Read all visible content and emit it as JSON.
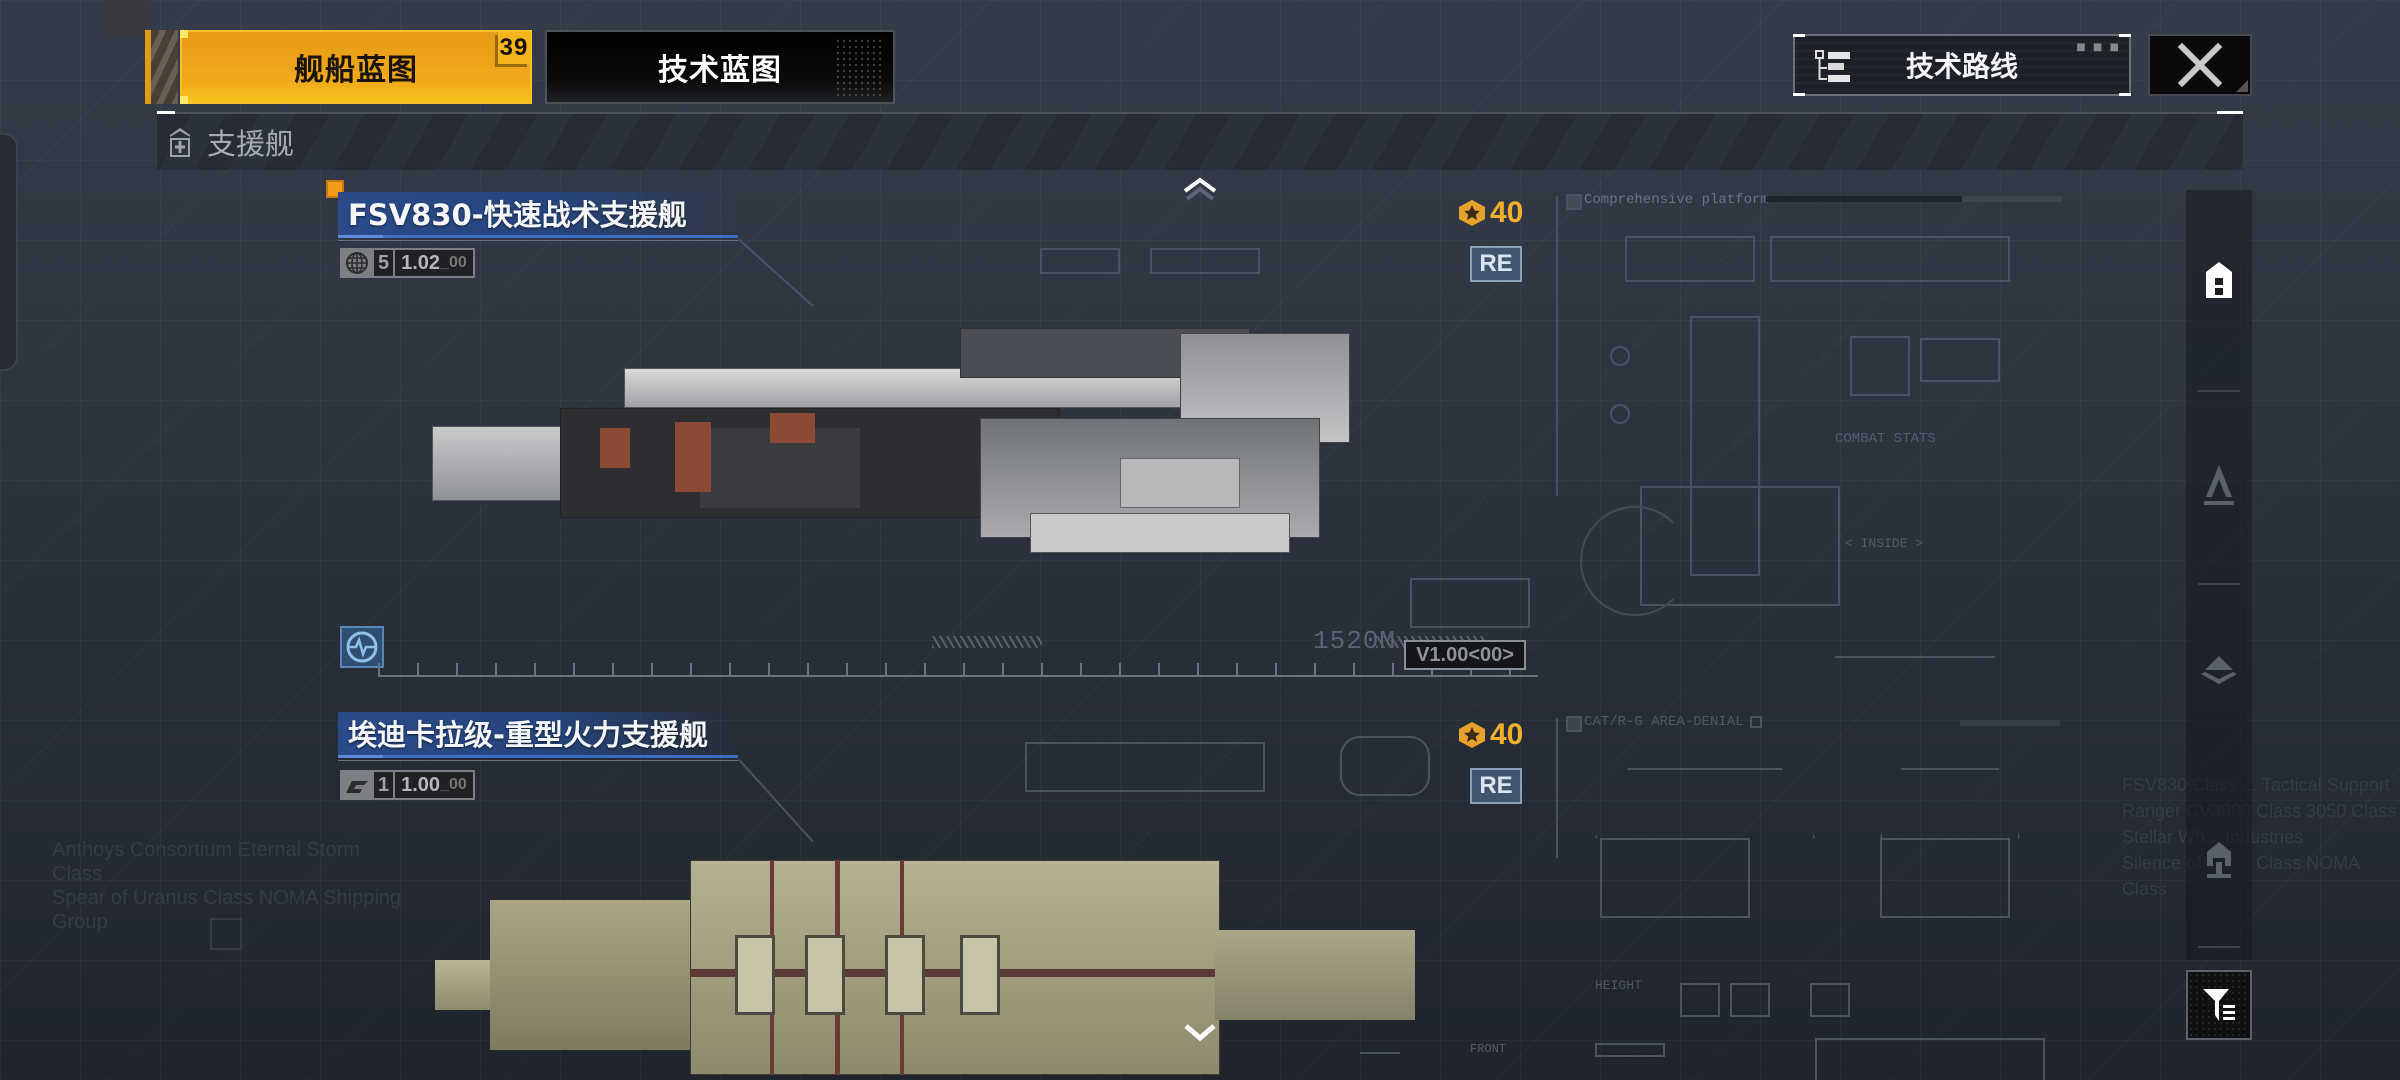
{
  "header": {
    "tabs": [
      {
        "label": "舰船蓝图",
        "badge": "39",
        "active": true
      },
      {
        "label": "技术蓝图",
        "active": false
      }
    ],
    "tech_route_label": "技术路线",
    "close_icon": "close-x-icon"
  },
  "category": {
    "label": "支援舰",
    "icon": "support-ship-class-icon"
  },
  "ships": [
    {
      "name": "FSV830-快速战术支援舰",
      "faction_icon": "globe-icon",
      "level": "5",
      "version": "1.02",
      "version_suffix": "_00",
      "cost": "40",
      "cost_icon": "star-rank-icon",
      "tag": "RE",
      "length_label": "1520M",
      "blueprint_version": "V1.00<00>",
      "blueprint_title": "Comprehensive platform",
      "blueprint_stats_label": "COMBAT STATS",
      "blueprint_inside_label": "< INSIDE >",
      "type_icon": "pulse-type-icon",
      "selected": true
    },
    {
      "name": "埃迪卡拉级-重型火力支援舰",
      "faction_icon": "faction-wing-icon",
      "level": "1",
      "version": "1.00",
      "version_suffix": "_00",
      "cost": "40",
      "cost_icon": "star-rank-icon",
      "tag": "RE",
      "blueprint_title": "CAT/R-G AREA-DENIAL",
      "blueprint_height_label": "HEIGHT",
      "blueprint_front_label": "FRONT",
      "selected": false
    }
  ],
  "background_text": {
    "left_block": [
      "Anthoys Consortium Eternal Storm Class",
      "Spear of Uranus Class NOMA Shipping Group"
    ],
    "right_block": [
      "FSV830 Class ... Tactical Support",
      "Ranger CV3000 Class 3050 Class",
      "Stellar Wh... Industries",
      "Silence of the ... Class NOMA Class"
    ]
  },
  "right_rail": {
    "buttons": [
      {
        "name": "rail-frigate-filter",
        "icon": "frigate-class-icon",
        "active": true
      },
      {
        "name": "rail-destroyer-filter",
        "icon": "destroyer-class-icon",
        "active": false
      },
      {
        "name": "rail-cruiser-filter",
        "icon": "cruiser-class-icon",
        "active": false
      },
      {
        "name": "rail-carrier-filter",
        "icon": "carrier-class-icon",
        "active": false
      }
    ],
    "filter_icon": "filter-list-icon"
  },
  "colors": {
    "accent_orange": "#f0a91b",
    "cost_gold": "#f3b12b",
    "title_blue": "#2a4a8a",
    "re_badge": "#3f566e"
  }
}
